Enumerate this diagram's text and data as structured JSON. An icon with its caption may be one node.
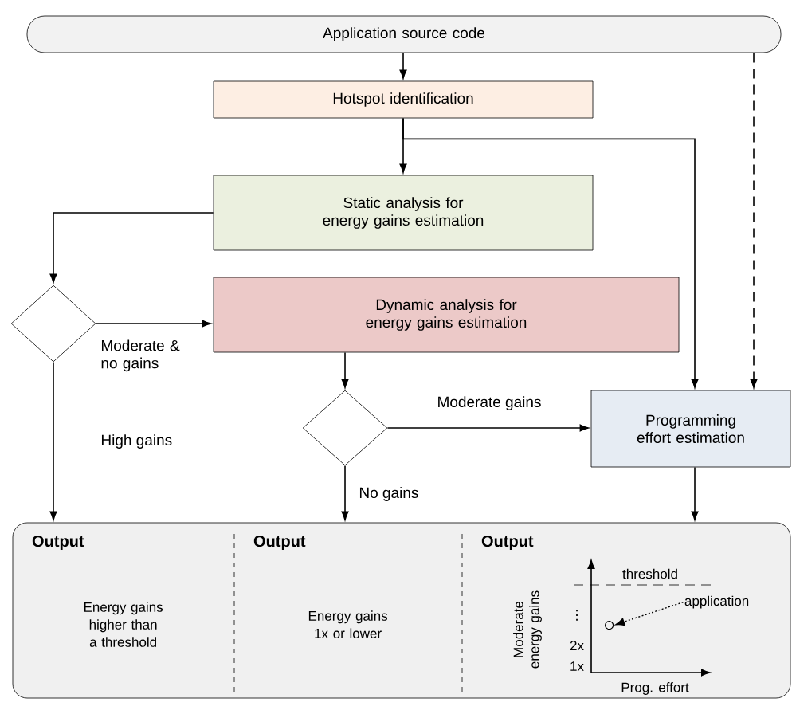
{
  "diagram": {
    "nodes": [
      {
        "text": [
          "Application source code"
        ]
      },
      {
        "text": [
          "Hotspot identification"
        ]
      },
      {
        "text": [
          "Static analysis for energy gains estimation"
        ]
      },
      {
        "text": [],
        "shape": "diamond"
      },
      {
        "text": [
          "Dynamic analysis for energy gains estimation"
        ]
      },
      {
        "text": [],
        "shape": "diamond"
      },
      {
        "text": [
          "Programming effort estimation"
        ]
      },
      {
        "text": [],
        "shape": "box"
      },
      {
        "text": [
          "Output",
          "Energy gains higher than a threshold"
        ],
        "in": 7
      },
      {
        "text": [
          "Output",
          "Energy gains 1x or lower"
        ],
        "in": 7
      },
      {
        "text": [
          "Output"
        ],
        "in": 7
      },
      {
        "text": [
          "application"
        ],
        "in": 7
      },
      {
        "text": [],
        "shape": "circle",
        "in": 7
      }
    ],
    "edges": [
      {
        "from": 0,
        "to": 1,
        "arrow": "to"
      },
      {
        "from": 1,
        "to": 2,
        "arrow": "to"
      },
      {
        "from": 1,
        "to": 6,
        "arrow": "to"
      },
      {
        "from": 0,
        "to": 6,
        "arrow": "to",
        "style": "dashed"
      },
      {
        "from": 2,
        "to": 3,
        "arrow": "to"
      },
      {
        "from": 3,
        "to": 4,
        "arrow": "to",
        "label": "Moderate & no gains"
      },
      {
        "from": 3,
        "to": 7,
        "arrow": "to",
        "label": "High gains"
      },
      {
        "from": 4,
        "to": 5,
        "arrow": "to"
      },
      {
        "from": 5,
        "to": 6,
        "arrow": "to",
        "label": "Moderate gains"
      },
      {
        "from": 5,
        "to": 7,
        "arrow": "to",
        "label": "No gains"
      },
      {
        "from": 6,
        "to": 7,
        "arrow": "to"
      },
      {
        "from": 11,
        "to": 12,
        "arrow": "to",
        "style": "dashed"
      }
    ],
    "labels": [
      "threshold",
      "⋮",
      "2x",
      "1x",
      "Moderate energy gains",
      "Prog. effort"
    ]
  }
}
